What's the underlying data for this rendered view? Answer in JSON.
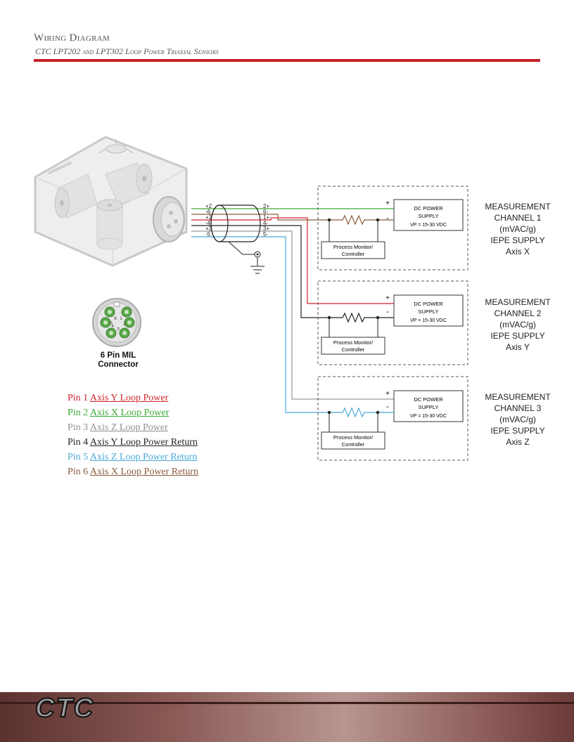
{
  "header": {
    "title": "Wiring Diagram",
    "subtitle": "CTC LPT202 and LPT302 Loop Power Triaxial Sensors"
  },
  "colors": {
    "accent_red": "#c5222b",
    "wire_red": "#d2232a",
    "wire_green": "#3aa935",
    "wire_gray": "#9a9a9a",
    "wire_black": "#222222",
    "wire_blue": "#4aa8d8",
    "wire_brown": "#8b5a3c"
  },
  "cable": {
    "left_labels": [
      "+2",
      "-6",
      "+1",
      "-4",
      "+3",
      "-5"
    ],
    "right_labels": [
      "2+",
      "6-",
      "1+",
      "4-",
      "3+",
      "5-"
    ]
  },
  "channels": [
    {
      "plus": "+",
      "minus": "-",
      "psu_line1": "DC POWER",
      "psu_line2": "SUPPLY",
      "psu_line3": "VP = 15-30 VDC",
      "monitor_line1": "Process Monitor/",
      "monitor_line2": "Controller",
      "meas_line1": "MEASUREMENT",
      "meas_line2": "CHANNEL 1",
      "meas_line3": "(mVAC/g)",
      "meas_line4": "IEPE SUPPLY",
      "meas_line5": "Axis X"
    },
    {
      "plus": "+",
      "minus": "-",
      "psu_line1": "DC POWER",
      "psu_line2": "SUPPLY",
      "psu_line3": "VP = 15-30 VDC",
      "monitor_line1": "Process Monitor/",
      "monitor_line2": "Controller",
      "meas_line1": "MEASUREMENT",
      "meas_line2": "CHANNEL 2",
      "meas_line3": "(mVAC/g)",
      "meas_line4": "IEPE SUPPLY",
      "meas_line5": "Axis Y"
    },
    {
      "plus": "+",
      "minus": "-",
      "psu_line1": "DC POWER",
      "psu_line2": "SUPPLY",
      "psu_line3": "VP = 15-30 VDC",
      "monitor_line1": "Process Monitor/",
      "monitor_line2": "Controller",
      "meas_line1": "MEASUREMENT",
      "meas_line2": "CHANNEL 3",
      "meas_line3": "(mVAC/g)",
      "meas_line4": "IEPE SUPPLY",
      "meas_line5": "Axis Z"
    }
  ],
  "connector": {
    "caption_line1": "6 Pin MIL",
    "caption_line2": "Connector",
    "pin_numbers": [
      "1",
      "2",
      "3",
      "4",
      "5",
      "6"
    ]
  },
  "legend": [
    {
      "pin": "Pin 1",
      "desc": "Axis Y Loop Power",
      "color": "#d2232a"
    },
    {
      "pin": "Pin 2",
      "desc": "Axis X Loop Power",
      "color": "#3aa935"
    },
    {
      "pin": "Pin 3",
      "desc": "Axis Z Loop Power",
      "color": "#9a9a9a"
    },
    {
      "pin": "Pin 4",
      "desc": "Axis Y Loop Power Return",
      "color": "#222222"
    },
    {
      "pin": "Pin 5",
      "desc": "Axis Z Loop Power Return",
      "color": "#4aa8d8"
    },
    {
      "pin": "Pin 6",
      "desc": "Axis X Loop Power Return",
      "color": "#8b5a3c"
    }
  ],
  "footer": {
    "logo_text": "CTC"
  }
}
